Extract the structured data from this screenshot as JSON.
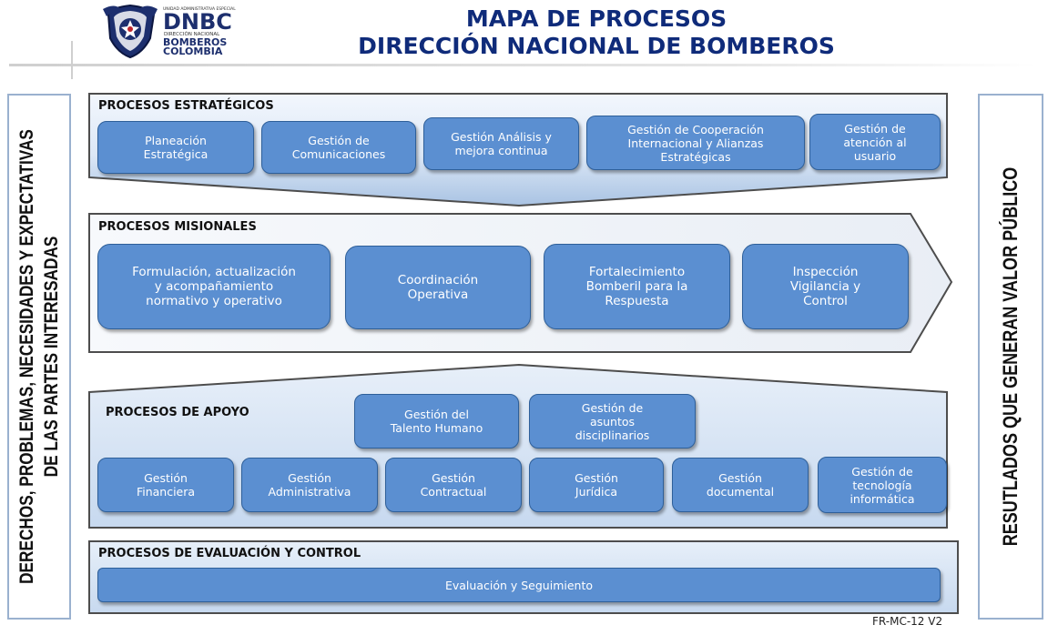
{
  "header": {
    "title_line1": "MAPA DE PROCESOS",
    "title_line2": "DIRECCIÓN NACIONAL DE BOMBEROS",
    "logo": {
      "acronym": "DNBC",
      "top_text": "UNIDAD ADMINISTRATIVA ESPECIAL",
      "sub1": "DIRECCIÓN NACIONAL",
      "sub2": "BOMBEROS",
      "sub3": "COLOMBIA",
      "icon": "firefighter-shield-emblem"
    }
  },
  "left_panel": {
    "line1": "DERECHOS, PROBLEMAS, NECESIDADES Y EXPECTATIVAS",
    "line2": "DE LAS PARTES INTERESADAS"
  },
  "right_panel": {
    "text": "RESUTLADOS QUE GENERAN VALOR PÚBLICO"
  },
  "sections": {
    "estrategicos": {
      "title": "PROCESOS ESTRATÉGICOS",
      "items": [
        [
          "Planeación",
          "Estratégica"
        ],
        [
          "Gestión de",
          "Comunicaciones"
        ],
        [
          "Gestión Análisis y",
          "mejora continua"
        ],
        [
          "Gestión de Cooperación",
          "Internacional y Alianzas",
          "Estratégicas"
        ],
        [
          "Gestión de",
          "atención al",
          "usuario"
        ]
      ]
    },
    "misionales": {
      "title": "PROCESOS MISIONALES",
      "items": [
        [
          "Formulación, actualización",
          "y acompañamiento",
          "normativo y operativo"
        ],
        [
          "Coordinación",
          "Operativa"
        ],
        [
          "Fortalecimiento",
          "Bomberil para la",
          "Respuesta"
        ],
        [
          "Inspección",
          "Vigilancia y",
          "Control"
        ]
      ]
    },
    "apoyo": {
      "title": "PROCESOS DE APOYO",
      "top_items": [
        [
          "Gestión del",
          "Talento Humano"
        ],
        [
          "Gestión de",
          "asuntos",
          "disciplinarios"
        ]
      ],
      "items": [
        [
          "Gestión",
          "Financiera"
        ],
        [
          "Gestión",
          "Administrativa"
        ],
        [
          "Gestión",
          "Contractual"
        ],
        [
          "Gestión",
          "Jurídica"
        ],
        [
          "Gestión",
          "documental"
        ],
        [
          "Gestión de",
          "tecnología",
          "informática"
        ]
      ]
    },
    "evaluacion": {
      "title": "PROCESOS DE EVALUACIÓN Y CONTROL",
      "items": [
        [
          "Evaluación y Seguimiento"
        ]
      ]
    }
  },
  "footer": {
    "code": "FR-MC-12 V2"
  },
  "colors": {
    "title": "#0f2b7a",
    "box_fill": "#5b8fd1",
    "box_border": "#2e5f99",
    "section_fill_light": "#e9f1fb",
    "section_fill_dark": "#aac3e2",
    "section_border": "#5a5a5a"
  }
}
